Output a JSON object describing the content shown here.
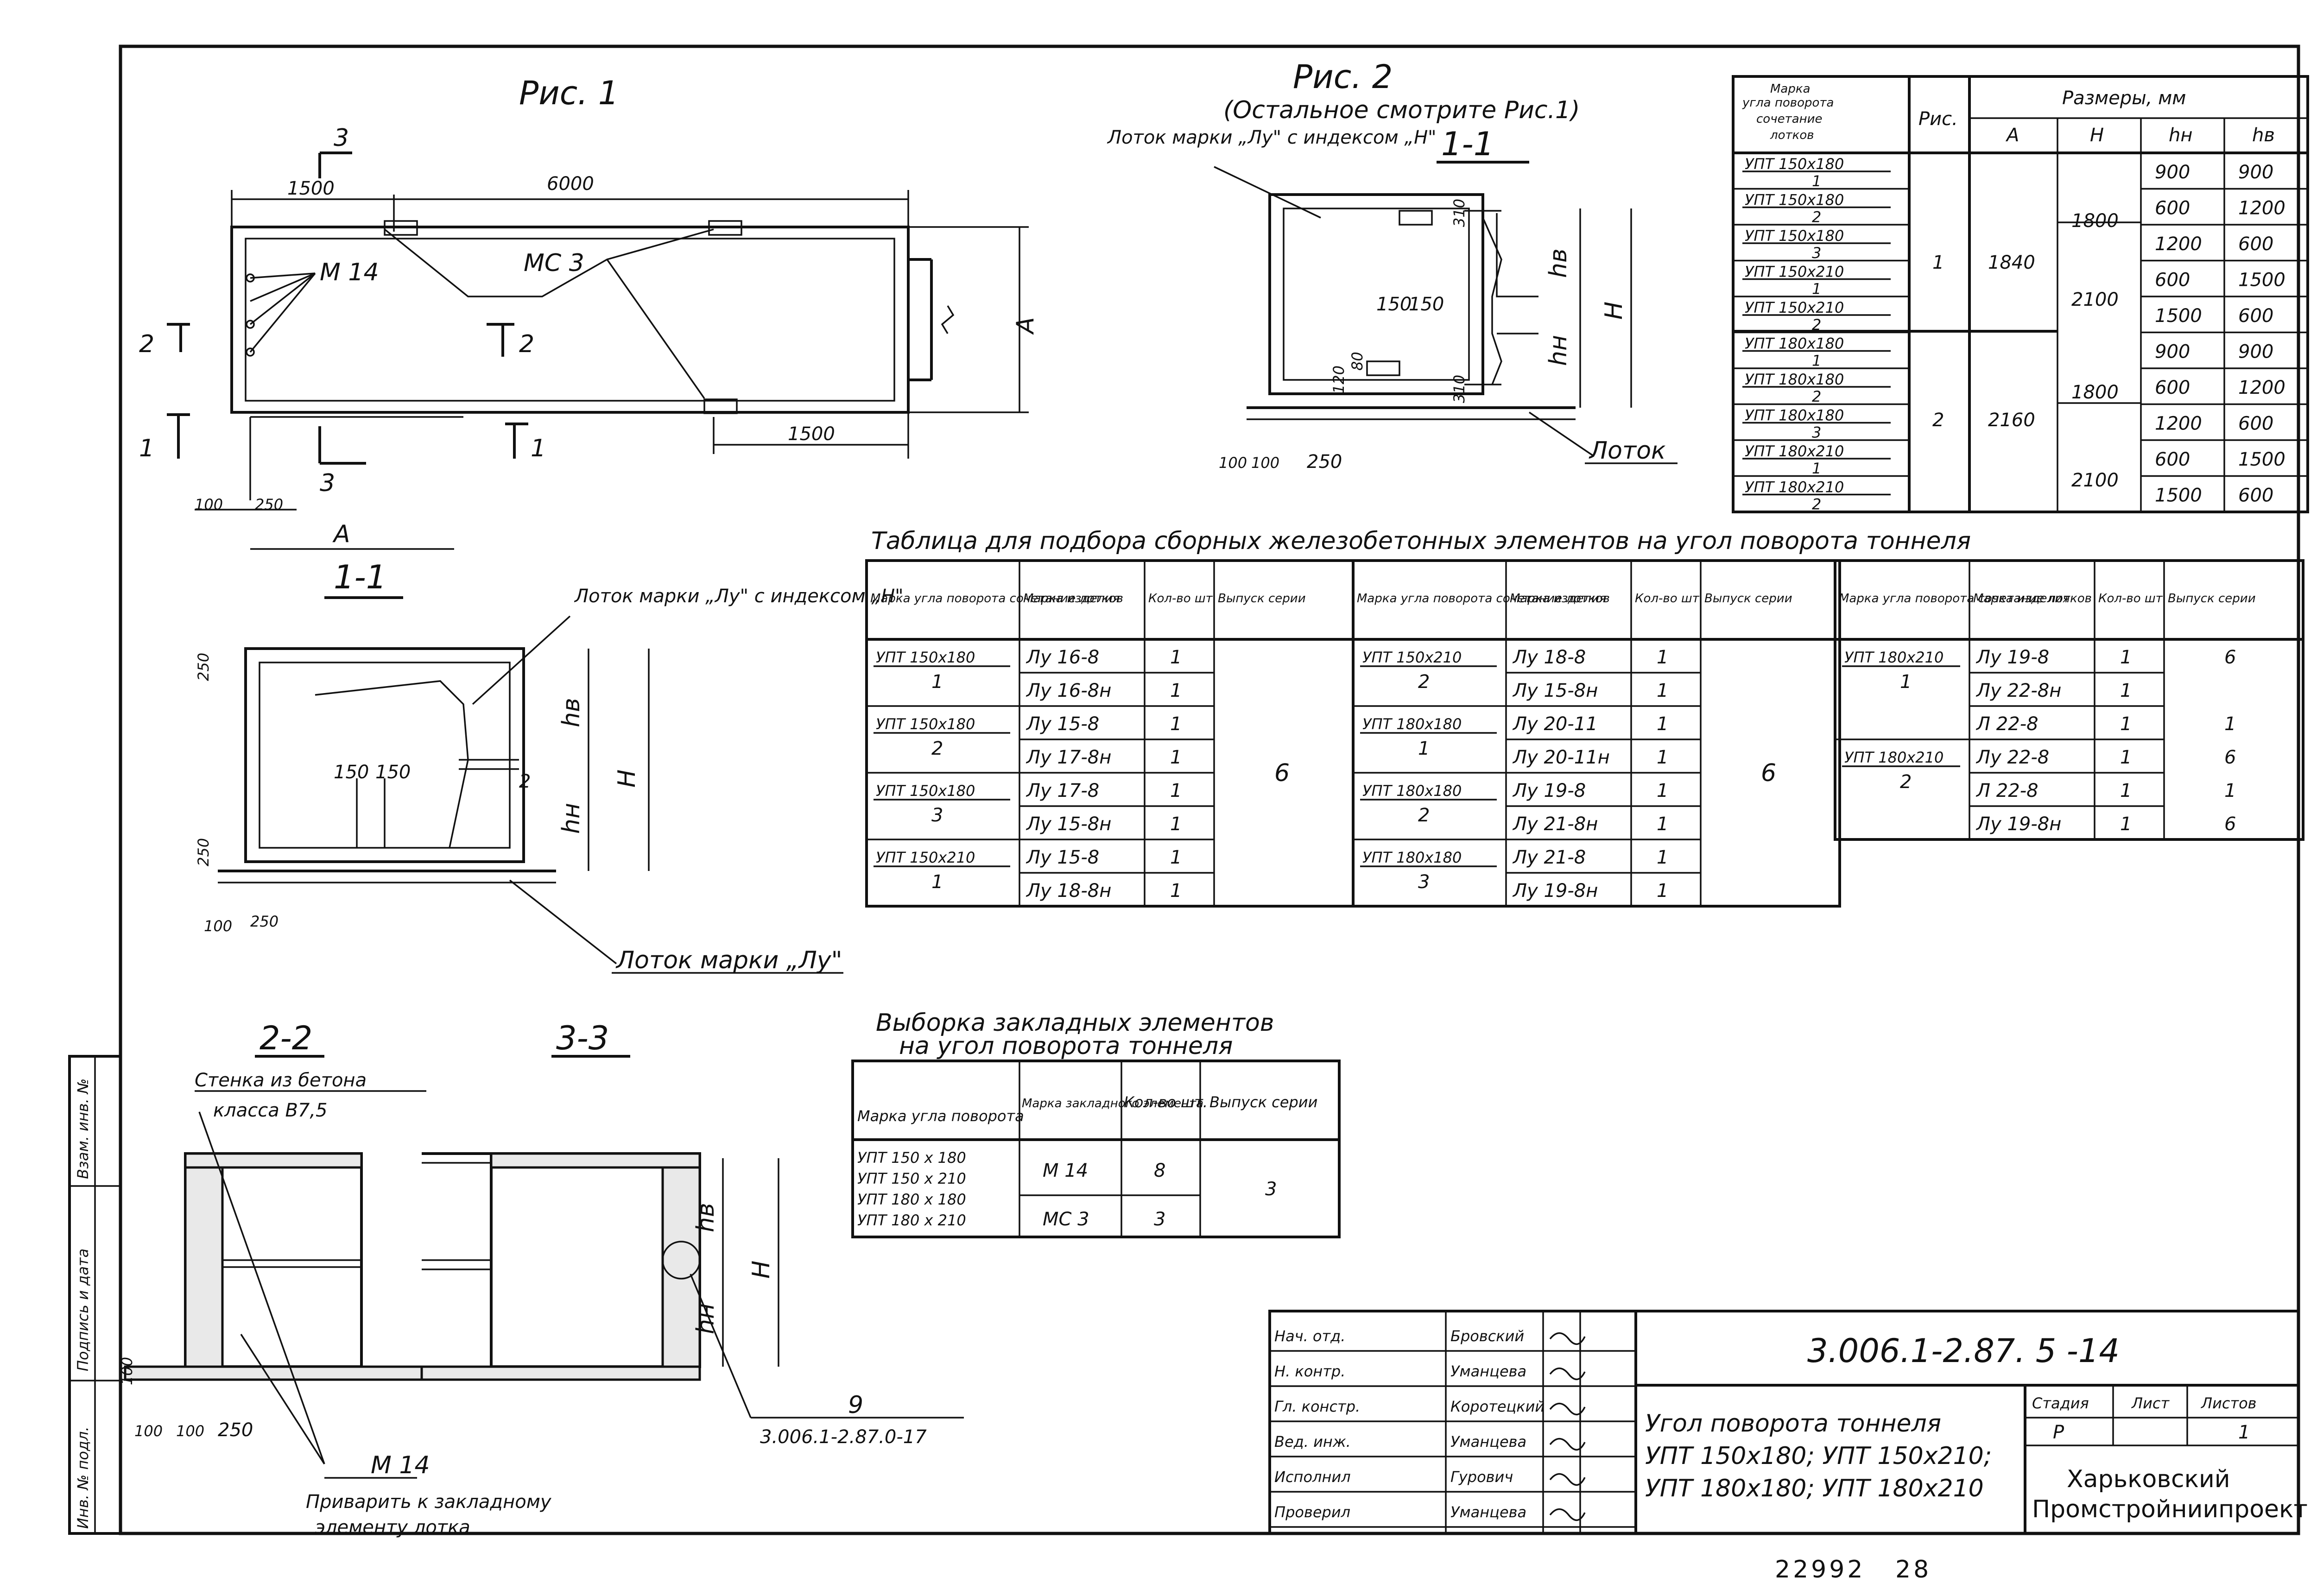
{
  "fig1": {
    "title": "Рис. 1",
    "dims": {
      "total": "6000",
      "left": "1500",
      "right": "1500",
      "a": "A",
      "d100": "100",
      "d250": "250"
    },
    "labels": {
      "m14": "М 14",
      "mc3": "МС 3",
      "s3top": "3",
      "s3bot": "3",
      "s2l": "2",
      "s2r": "2",
      "s1l": "1",
      "s1r": "1"
    }
  },
  "fig2": {
    "title": "Рис. 2",
    "subtitle": "(Остальное смотрите Рис.1)",
    "section": "1-1",
    "callout_tray": "Лоток марки „Лу\" с индексом „Н\"",
    "callout_tray_bottom": "Лоток",
    "dims": {
      "d310a": "310",
      "d310b": "310",
      "d150a": "150",
      "d150b": "150",
      "d120": "120",
      "d80": "80",
      "hb": "hв",
      "hn": "hн",
      "H": "H",
      "d100a": "100",
      "d100b": "100",
      "d250": "250"
    }
  },
  "section11": {
    "title": "1-1",
    "callout_top": "Лоток марки „Лу\" с индексом „Н\"",
    "callout_bottom": "Лоток марки „Лу\"",
    "dims": {
      "d250a": "250",
      "d250b": "250",
      "d150a": "150",
      "d150b": "150",
      "hb": "hв",
      "hn": "hн",
      "H": "H",
      "d100": "100",
      "d250c": "250",
      "two": "2"
    }
  },
  "section22": {
    "title": "2-2",
    "note_wall": "Стенка из бетона",
    "note_class": "класса В7,5",
    "dims": {
      "d100": "100",
      "d100b": "100",
      "d250": "250",
      "d100v": "100"
    },
    "m14": "М 14",
    "weld_note_1": "Приварить к закладному",
    "weld_note_2": "элементу лотка"
  },
  "section33": {
    "title": "3-3",
    "dims": {
      "hb": "hв",
      "hn": "hн",
      "H": "H"
    },
    "ref_num": "9",
    "ref_doc": "3.006.1-2.87.0-17"
  },
  "dim_table": {
    "header_marka": [
      "Марка",
      "угла поворота",
      "сочетание",
      "лотков"
    ],
    "header_fig": "Рис.",
    "header_sizes": "Размеры, мм",
    "cols": [
      "A",
      "H",
      "hн",
      "hв"
    ],
    "rows": [
      {
        "code": "УПТ 150х180",
        "sub": "1",
        "hn": "900",
        "hb": "900"
      },
      {
        "code": "УПТ 150х180",
        "sub": "2",
        "hn": "600",
        "hb": "1200"
      },
      {
        "code": "УПТ 150х180",
        "sub": "3",
        "hn": "1200",
        "hb": "600"
      },
      {
        "code": "УПТ 150х210",
        "sub": "1",
        "hn": "600",
        "hb": "1500"
      },
      {
        "code": "УПТ 150х210",
        "sub": "2",
        "hn": "1500",
        "hb": "600"
      },
      {
        "code": "УПТ 180х180",
        "sub": "1",
        "hn": "900",
        "hb": "900"
      },
      {
        "code": "УПТ 180х180",
        "sub": "2",
        "hn": "600",
        "hb": "1200"
      },
      {
        "code": "УПТ 180х180",
        "sub": "3",
        "hn": "1200",
        "hb": "600"
      },
      {
        "code": "УПТ 180х210",
        "sub": "1",
        "hn": "600",
        "hb": "1500"
      },
      {
        "code": "УПТ 180х210",
        "sub": "2",
        "hn": "1500",
        "hb": "600"
      }
    ],
    "fig_values": [
      "1",
      "2"
    ],
    "a_values": [
      "1840",
      "2160"
    ],
    "h_values": [
      "1800",
      "2100",
      "1800",
      "2100"
    ]
  },
  "select_table": {
    "title": "Таблица для подбора сборных железобетонных элементов на угол поворота тоннеля",
    "headers": [
      "Марка угла поворота сочетание лотков",
      "Марка изделия",
      "Кол-во шт.",
      "Выпуск серии"
    ],
    "block1": {
      "groups": [
        {
          "code": "УПТ 150х180",
          "sub": "1",
          "items": [
            [
              "Лу 16-8",
              "1"
            ],
            [
              "Лу 16-8н",
              "1"
            ]
          ]
        },
        {
          "code": "УПТ 150х180",
          "sub": "2",
          "items": [
            [
              "Лу 15-8",
              "1"
            ],
            [
              "Лу 17-8н",
              "1"
            ]
          ]
        },
        {
          "code": "УПТ 150х180",
          "sub": "3",
          "items": [
            [
              "Лу 17-8",
              "1"
            ],
            [
              "Лу 15-8н",
              "1"
            ]
          ]
        },
        {
          "code": "УПТ 150х210",
          "sub": "1",
          "items": [
            [
              "Лу 15-8",
              "1"
            ],
            [
              "Лу 18-8н",
              "1"
            ]
          ]
        }
      ],
      "series": "6"
    },
    "block2": {
      "groups": [
        {
          "code": "УПТ 150х210",
          "sub": "2",
          "items": [
            [
              "Лу 18-8",
              "1"
            ],
            [
              "Лу 15-8н",
              "1"
            ]
          ]
        },
        {
          "code": "УПТ 180х180",
          "sub": "1",
          "items": [
            [
              "Лу 20-11",
              "1"
            ],
            [
              "Лу 20-11н",
              "1"
            ]
          ]
        },
        {
          "code": "УПТ 180х180",
          "sub": "2",
          "items": [
            [
              "Лу 19-8",
              "1"
            ],
            [
              "Лу 21-8н",
              "1"
            ]
          ]
        },
        {
          "code": "УПТ 180х180",
          "sub": "3",
          "items": [
            [
              "Лу 21-8",
              "1"
            ],
            [
              "Лу 19-8н",
              "1"
            ]
          ]
        }
      ],
      "series": "6"
    },
    "block3": {
      "groups": [
        {
          "code": "УПТ 180х210",
          "sub": "1",
          "items": [
            [
              "Лу 19-8",
              "1",
              "6"
            ],
            [
              "Лу 22-8н",
              "1",
              ""
            ],
            [
              "Л 22-8",
              "1",
              "1"
            ]
          ]
        },
        {
          "code": "УПТ 180х210",
          "sub": "2",
          "items": [
            [
              "Лу 22-8",
              "1",
              "6"
            ],
            [
              "Л 22-8",
              "1",
              "1"
            ],
            [
              "Лу 19-8н",
              "1",
              "6"
            ]
          ]
        }
      ]
    }
  },
  "embed_table": {
    "title1": "Выборка закладных элементов",
    "title2": "на угол поворота тоннеля",
    "headers": [
      "Марка угла поворота",
      "Марка закладного элемента",
      "Кол-во шт.",
      "Выпуск серии"
    ],
    "codes": [
      "УПТ 150 х 180",
      "УПТ 150 х 210",
      "УПТ 180 х 180",
      "УПТ 180 х 210"
    ],
    "rows": [
      [
        "М 14",
        "8"
      ],
      [
        "МС 3",
        "3"
      ]
    ],
    "series": "3"
  },
  "stamp": {
    "roles": [
      "Нач. отд.",
      "Н. контр.",
      "Гл. констр.",
      "Вед. инж.",
      "Исполнил",
      "Проверил"
    ],
    "names": [
      "Бровский",
      "Уманцева",
      "Коротецкий",
      "Уманцева",
      "Гурович",
      "Уманцева"
    ],
    "code": "3.006.1-2.87. 5 -14",
    "title_lines": [
      "Угол поворота тоннеля",
      "УПТ 150х180; УПТ 150х210;",
      "УПТ 180х180; УПТ 180х210"
    ],
    "stage_label": "Стадия",
    "sheet_label": "Лист",
    "sheets_label": "Листов",
    "stage": "Р",
    "sheets": "1",
    "org": [
      "Харьковский",
      "Промстройниипроект"
    ]
  },
  "side_stamp": [
    "Инв. № подл.",
    "Подпись и дата",
    "Взам. инв. №"
  ],
  "footer": {
    "num": "22992",
    "page": "28"
  }
}
